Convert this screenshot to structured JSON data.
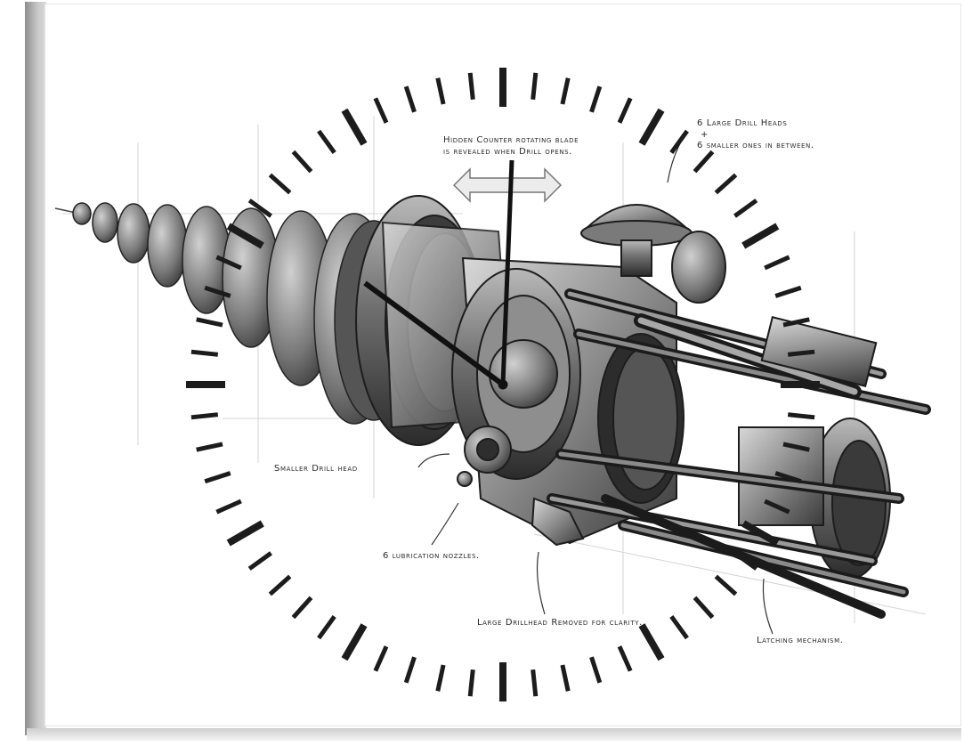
{
  "product": {
    "type": "canvas print wall clock",
    "colors": {
      "ticks": "#1c1c1c",
      "hands": "#111111",
      "sketch": "#5a5a5a",
      "canvas": "#ffffff"
    }
  },
  "annotations": {
    "hidden_blade_line1": "Hidden Counter rotating blade",
    "hidden_blade_line2": "is revealed when Drill opens.",
    "large_heads_line1": "6 Large Drill Heads",
    "large_heads_plus": "+",
    "large_heads_line2": "6 smaller ones in between.",
    "smaller_head": "Smaller Drill head",
    "lubrication": "6 lubrication nozzles.",
    "large_drillhead": "Large Drillhead Removed for clarity.",
    "latching": "Latching mechanism."
  },
  "clock": {
    "tick_count": 60,
    "hour_hand_time": "10:10",
    "icons": [
      "clock-tick-icon",
      "hour-hand-icon",
      "minute-hand-icon"
    ]
  }
}
